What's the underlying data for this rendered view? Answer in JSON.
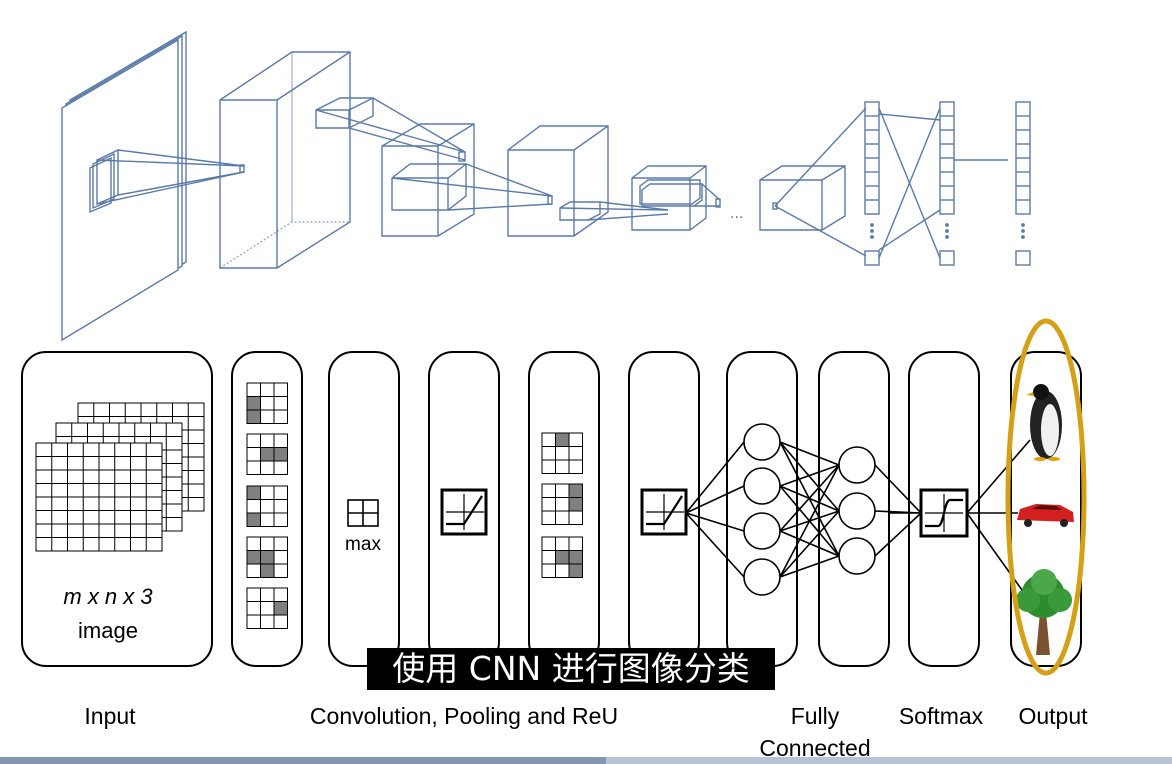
{
  "labels": {
    "input": "Input",
    "conv": "Convolution, Pooling and ReU",
    "fully_1": "Fully",
    "fully_2": "Connected",
    "softmax": "Softmax",
    "output": "Output"
  },
  "input_box": {
    "dims": "m x n x 3",
    "image": "image"
  },
  "pool_label": "max",
  "ellipsis": "...",
  "subtitle": "使用 CNN 进行图像分类",
  "colors": {
    "top_diagram": "#5a7aa6",
    "highlight_ellipse": "#d4a017",
    "bottom_bar_left": "#8496b0",
    "bottom_bar_right": "#b8c4d6"
  },
  "output_icons": [
    "penguin-icon",
    "car-icon",
    "tree-icon"
  ]
}
